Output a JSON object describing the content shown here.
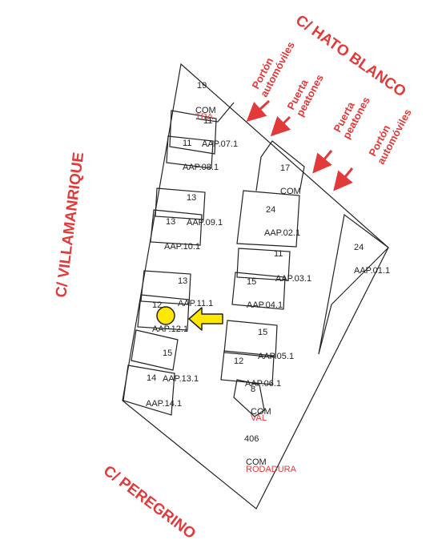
{
  "streets": {
    "top": "C/ HATO BLANCO",
    "left": "C/ VILLAMANRIQUE",
    "bottom": "C/ PEREGRINO"
  },
  "accesses": {
    "car_gate_1": [
      "Portón",
      "automóviles"
    ],
    "pedestrian_1": [
      "Puerta",
      "peatones"
    ],
    "pedestrian_2": [
      "Puerta",
      "peatones"
    ],
    "car_gate_2": [
      "Portón",
      "automóviles"
    ]
  },
  "labels": {
    "n19": "19",
    "com_top": "COM",
    "tra": "TRA",
    "n11a": "11",
    "n11b": "11",
    "aap07": "AAP.07.1",
    "aap08": "AAP.08.1",
    "n17": "17",
    "com_right": "COM",
    "n24a": "24",
    "aap02": "AAP.02.1",
    "n13a": "13",
    "n13b": "13",
    "aap09": "AAP.09.1",
    "aap10": "AAP.10.1",
    "n24b": "24",
    "aap01": "AAP.01.1",
    "n11c": "11",
    "n15a": "15",
    "aap03": "AAP.03.1",
    "aap04": "AAP.04.1",
    "n13c": "13",
    "n12a": "12",
    "aap11": "AAP.11.1",
    "aap12": "AAP.12.1",
    "n15b": "15",
    "aap05": "AAP.05.1",
    "n12b": "12",
    "aap06": "AAP.06.1",
    "n8": "8",
    "n15c": "15",
    "n14": "14",
    "aap13": "AAP.13.1",
    "aap14": "AAP.14.1",
    "com_mid": "COM",
    "val": "VAL",
    "n406": "406",
    "com_bottom": "COM",
    "rodadura": "RODADURA"
  },
  "colors": {
    "street_text": "#e23a3a",
    "marker_fill": "#ffe800",
    "arrow_fill": "#ffe800",
    "outline": "#222222"
  },
  "icons": {
    "location_marker": "yellow-circle",
    "pointer": "yellow-arrow"
  }
}
